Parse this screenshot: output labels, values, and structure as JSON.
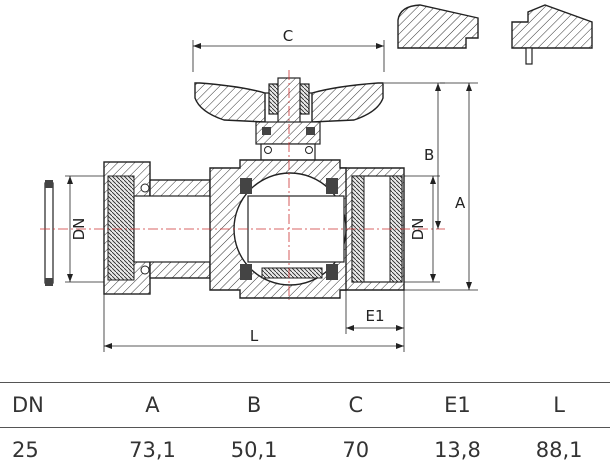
{
  "drawing": {
    "labels": {
      "c": "C",
      "b": "B",
      "a": "A",
      "dn_left": "DN",
      "dn_right": "DN",
      "e1": "E1",
      "l": "L"
    }
  },
  "spec_table": {
    "headers": [
      "DN",
      "A",
      "B",
      "C",
      "E1",
      "L"
    ],
    "values": [
      "25",
      "73,1",
      "50,1",
      "70",
      "13,8",
      "88,1"
    ]
  }
}
